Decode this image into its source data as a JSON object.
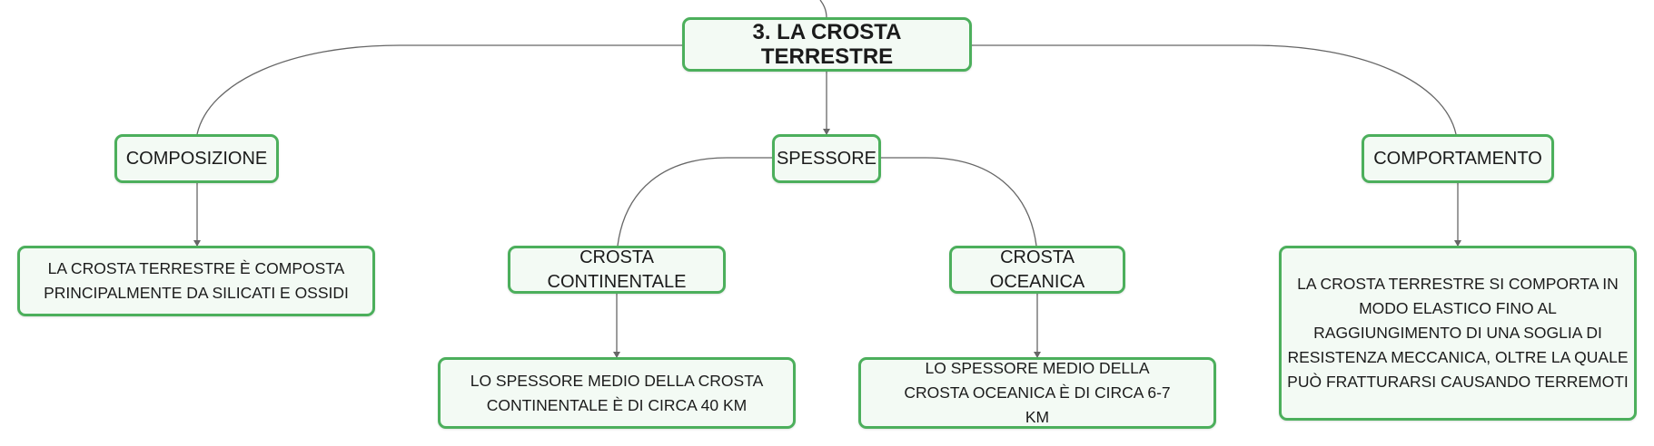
{
  "diagram": {
    "root": {
      "label": "3. LA CROSTA TERRESTRE"
    },
    "composizione": {
      "label": "COMPOSIZIONE",
      "detail": "LA CROSTA TERRESTRE È COMPOSTA PRINCIPALMENTE DA SILICATI E OSSIDI"
    },
    "spessore": {
      "label": "SPESSORE",
      "continentale": {
        "label": "CROSTA CONTINENTALE",
        "detail": "LO SPESSORE MEDIO DELLA CROSTA CONTINENTALE È DI CIRCA 40 KM"
      },
      "oceanica": {
        "label": "CROSTA OCEANICA",
        "detail": "LO SPESSORE MEDIO DELLA CROSTA OCEANICA È DI CIRCA 6-7 KM"
      }
    },
    "comportamento": {
      "label": "COMPORTAMENTO",
      "detail": "LA CROSTA TERRESTRE SI COMPORTA IN MODO ELASTICO FINO AL RAGGIUNGIMENTO DI UNA SOGLIA DI RESISTENZA MECCANICA, OLTRE LA QUALE PUÒ FRATTURARSI CAUSANDO TERREMOTI"
    }
  },
  "colors": {
    "node_border": "#4caf5c",
    "node_fill": "#f3faf4",
    "connector": "#666666"
  }
}
